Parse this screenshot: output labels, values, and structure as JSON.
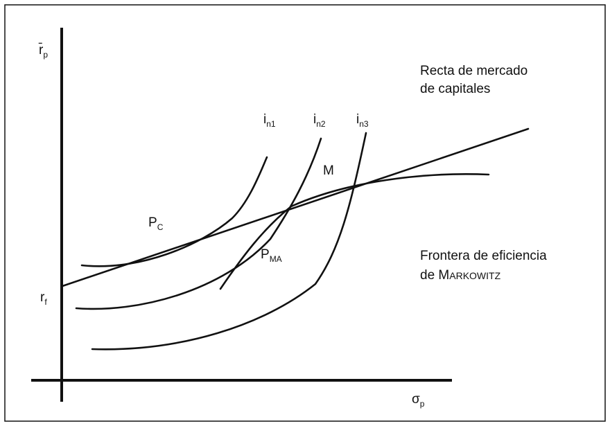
{
  "diagram": {
    "y_axis_label": "r̄",
    "y_axis_sub": "p",
    "x_axis_label": "σ",
    "x_axis_sub": "p",
    "rf_label": "r",
    "rf_sub": "f",
    "cml_label": [
      "Recta de mercado",
      "de capitales"
    ],
    "frontier_label_line1": "Frontera de eficiencia",
    "frontier_label_line2_prefix": "de ",
    "frontier_label_line2_name_first": "M",
    "frontier_label_line2_name_rest": "ARKOWITZ",
    "indiff_curves": [
      {
        "main": "i",
        "sub": "n1"
      },
      {
        "main": "i",
        "sub": "n2"
      },
      {
        "main": "i",
        "sub": "n3"
      }
    ],
    "points": {
      "M": "M",
      "PC_main": "P",
      "PC_sub": "C",
      "PMA_main": "P",
      "PMA_sub": "MA"
    }
  }
}
